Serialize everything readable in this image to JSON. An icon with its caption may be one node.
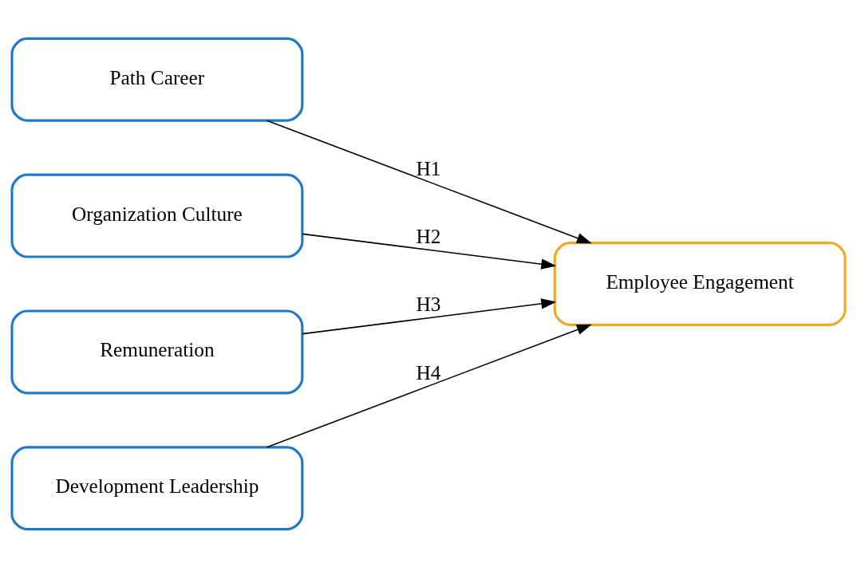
{
  "diagram": {
    "nodes": [
      {
        "text": [
          "Path Career"
        ]
      },
      {
        "text": [
          "Organization Culture"
        ]
      },
      {
        "text": [
          "Remuneration"
        ]
      },
      {
        "text": [
          "Development Leadership"
        ]
      },
      {
        "text": [
          "Employee Engagement"
        ]
      }
    ],
    "edges": [
      {
        "from": 0,
        "to": 4,
        "arrow": "to",
        "label": "H1"
      },
      {
        "from": 1,
        "to": 4,
        "arrow": "to",
        "label": "H2"
      },
      {
        "from": 2,
        "to": 4,
        "arrow": "to",
        "label": "H3"
      },
      {
        "from": 3,
        "to": 4,
        "arrow": "to",
        "label": "H4"
      }
    ]
  }
}
